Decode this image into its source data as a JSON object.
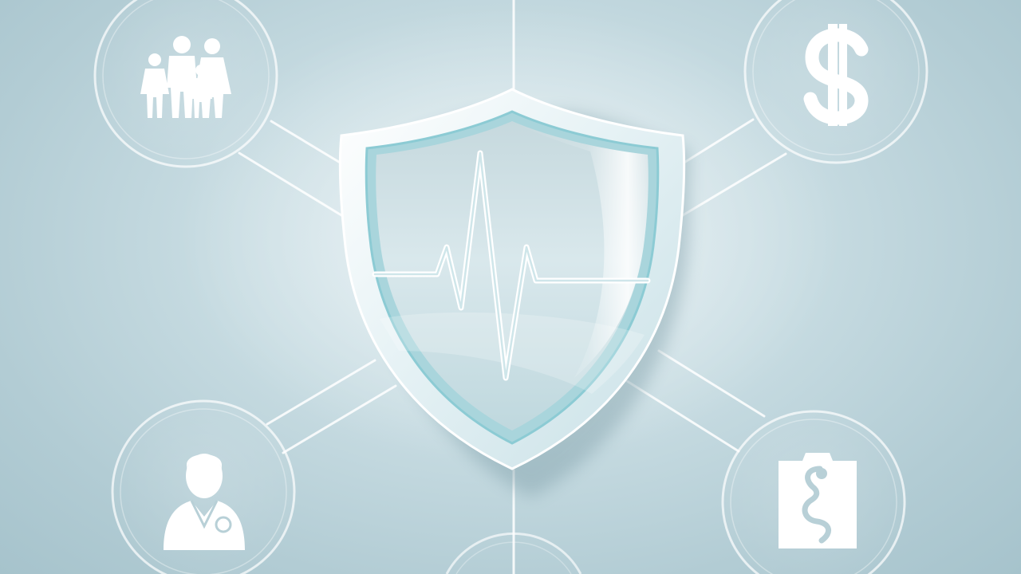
{
  "diagram": {
    "center": {
      "icon": "shield-heartbeat-icon"
    },
    "nodes": [
      {
        "id": "top-left",
        "icon": "family-icon"
      },
      {
        "id": "top-right",
        "icon": "dollar-icon"
      },
      {
        "id": "bottom-left",
        "icon": "doctor-icon"
      },
      {
        "id": "bottom-right",
        "icon": "medical-report-icon"
      },
      {
        "id": "bottom-center",
        "icon": "partial-node-icon"
      }
    ]
  },
  "colors": {
    "background_light": "#dfecf0",
    "background_dark": "#a6c3cc",
    "line": "#ffffff",
    "shield_rim": "#f4fbfc",
    "shield_fill": "#d9e9ee",
    "accent_teal": "#9fd0d8"
  }
}
